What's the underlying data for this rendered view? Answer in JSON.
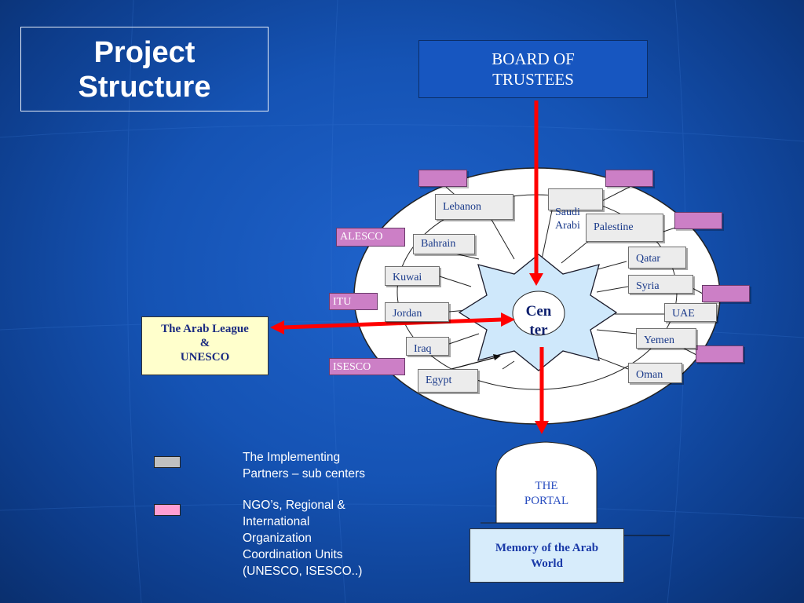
{
  "title": "Project\nStructure",
  "board": "BOARD OF\nTRUSTEES",
  "center": "Cen\nter",
  "countries": {
    "lebanon": "Lebanon",
    "saudi": "Saudi\nArabi",
    "palestine": "Palestine",
    "bahrain": "Bahrain",
    "qatar": "Qatar",
    "kuwait": "Kuwai",
    "syria": "Syria",
    "jordan": "Jordan",
    "uae": "UAE",
    "iraq": "Iraq",
    "yemen": "Yemen",
    "egypt": "Egypt",
    "oman": "Oman"
  },
  "organizations": {
    "alesco": "ALESCO",
    "itu": "ITU",
    "isesco": "ISESCO"
  },
  "arab_league": "The Arab League\n&\nUNESCO",
  "portal": "THE\nPORTAL",
  "memory": "Memory of the Arab\nWorld",
  "legend": {
    "grey": "The Implementing\nPartners – sub centers",
    "pink": "NGO’s, Regional &\nInternational\nOrganization\nCoordination Units\n(UNESCO, ISESCO..)"
  },
  "colors": {
    "arrow": "#ff0000",
    "country_fill": "#ececec",
    "pink_fill": "#cc7fc6",
    "legend_pink": "#ff9ed2",
    "center_fill": "#cfe8fb",
    "ellipse_fill": "#ffffff"
  }
}
